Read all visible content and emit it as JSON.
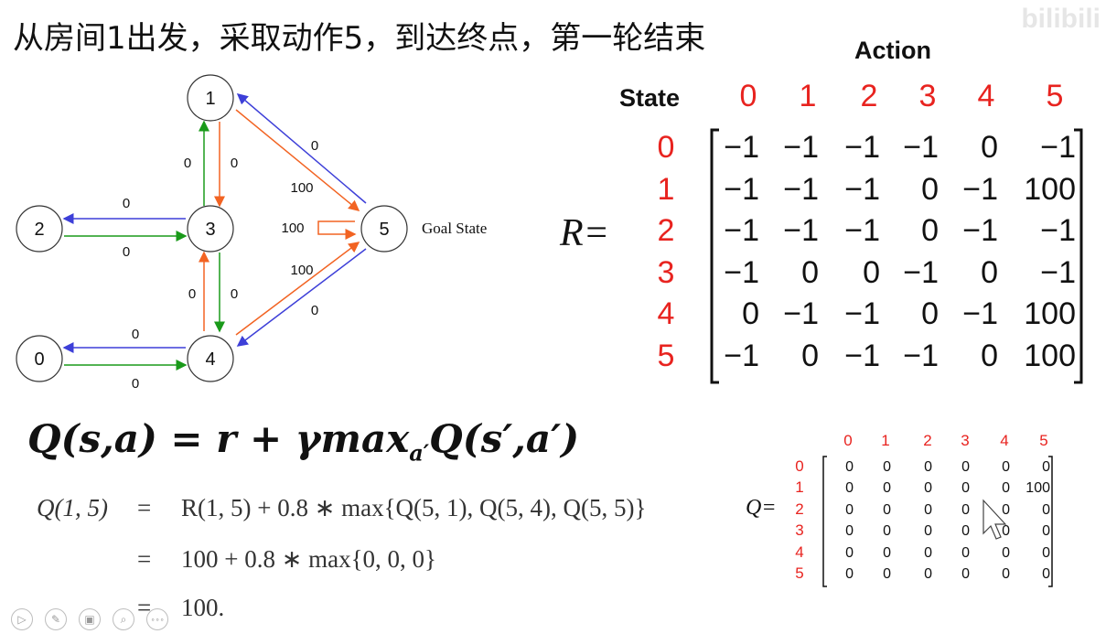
{
  "caption": "从房间1出发，采取动作5，到达终点，第一轮结束",
  "watermark": "bilibili",
  "graph": {
    "nodes": [
      {
        "id": "n1",
        "label": "1"
      },
      {
        "id": "n2",
        "label": "2"
      },
      {
        "id": "n3",
        "label": "3"
      },
      {
        "id": "n5",
        "label": "5"
      },
      {
        "id": "n0",
        "label": "0"
      },
      {
        "id": "n4",
        "label": "4"
      }
    ],
    "goal_label": "Goal State",
    "edge_labels": [
      "0",
      "0",
      "0",
      "100",
      "0",
      "0",
      "100",
      "100",
      "0",
      "0",
      "0",
      "0",
      "0"
    ]
  },
  "r_matrix": {
    "action_title": "Action",
    "state_title": "State",
    "name": "R=",
    "col_headers": [
      "0",
      "1",
      "2",
      "3",
      "4",
      "5"
    ],
    "row_headers": [
      "0",
      "1",
      "2",
      "3",
      "4",
      "5"
    ],
    "rows": [
      [
        "−1",
        "−1",
        "−1",
        "−1",
        "0",
        "−1"
      ],
      [
        "−1",
        "−1",
        "−1",
        "0",
        "−1",
        "100"
      ],
      [
        "−1",
        "−1",
        "−1",
        "0",
        "−1",
        "−1"
      ],
      [
        "−1",
        "0",
        "0",
        "−1",
        "0",
        "−1"
      ],
      [
        "0",
        "−1",
        "−1",
        "0",
        "−1",
        "100"
      ],
      [
        "−1",
        "0",
        "−1",
        "−1",
        "0",
        "100"
      ]
    ]
  },
  "formula": "Q(s,a) = r + γmax",
  "formula_sub": "a′",
  "formula_tail": "Q(s′,a′)",
  "derivation": {
    "lhs": "Q(1, 5)",
    "eq": "=",
    "line1": "R(1, 5) + 0.8 ∗ max{Q(5, 1), Q(5, 4), Q(5, 5)}",
    "line2": "100 + 0.8 ∗ max{0, 0, 0}",
    "line3": "100."
  },
  "q_matrix": {
    "name": "Q=",
    "col_headers": [
      "0",
      "1",
      "2",
      "3",
      "4",
      "5"
    ],
    "row_headers": [
      "0",
      "1",
      "2",
      "3",
      "4",
      "5"
    ],
    "rows": [
      [
        "0",
        "0",
        "0",
        "0",
        "0",
        "0"
      ],
      [
        "0",
        "0",
        "0",
        "0",
        "0",
        "100"
      ],
      [
        "0",
        "0",
        "0",
        "0",
        "0",
        "0"
      ],
      [
        "0",
        "0",
        "0",
        "0",
        "0",
        "0"
      ],
      [
        "0",
        "0",
        "0",
        "0",
        "0",
        "0"
      ],
      [
        "0",
        "0",
        "0",
        "0",
        "0",
        "0"
      ]
    ]
  },
  "colors": {
    "red": "#e8231f",
    "blue": "#3d3fd8",
    "green": "#1a9a1a",
    "orange": "#f26322"
  },
  "toolbar": [
    "play-icon",
    "pen-icon",
    "copy-icon",
    "zoom-icon",
    "more-icon"
  ],
  "toolbar_more_label": "∘∘∘"
}
